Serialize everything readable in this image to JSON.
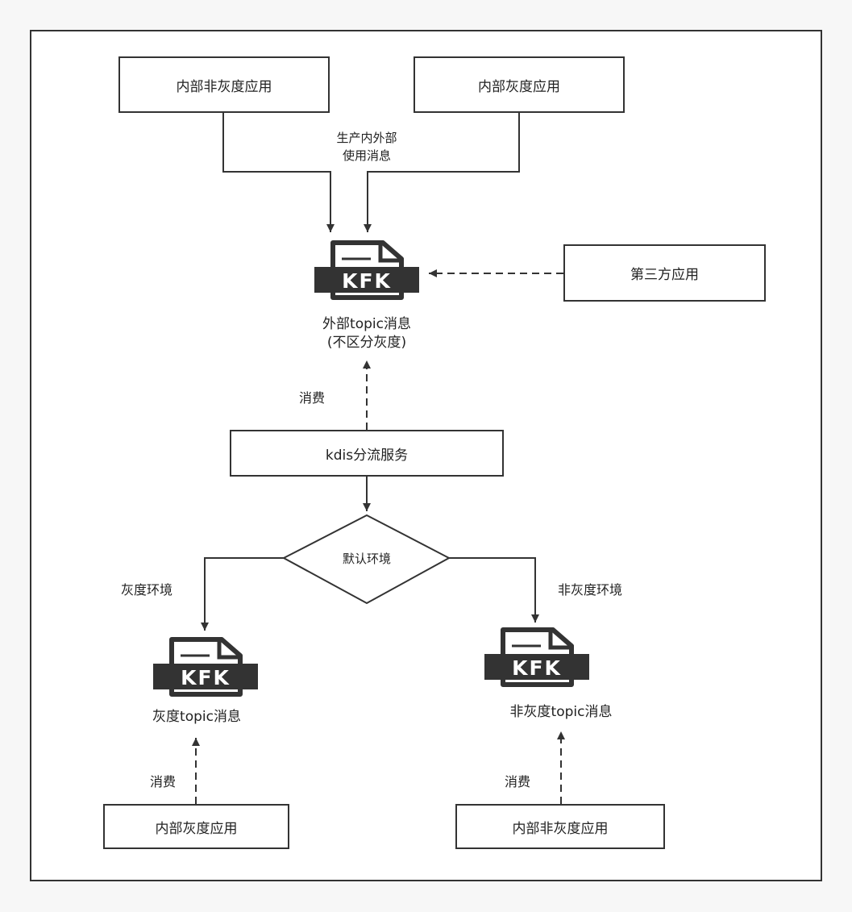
{
  "colors": {
    "line": "#333333",
    "background": "#f7f7f7",
    "node_fill": "#ffffff"
  },
  "icons": {
    "kafka": "kfk-file-icon"
  },
  "nodes": {
    "internal_non_gray_app_top": "内部非灰度应用",
    "internal_gray_app_top": "内部灰度应用",
    "third_party_app": "第三方应用",
    "kdis_service": "kdis分流服务",
    "default_env": "默认环境",
    "internal_gray_app_bottom": "内部灰度应用",
    "internal_non_gray_app_bottom": "内部非灰度应用"
  },
  "kafka_icons": {
    "external": {
      "badge": "KFK",
      "label_line1": "外部topic消息",
      "label_line2": "(不区分灰度)"
    },
    "gray": {
      "badge": "KFK",
      "label": "灰度topic消息"
    },
    "non_gray": {
      "badge": "KFK",
      "label": "非灰度topic消息"
    }
  },
  "edge_labels": {
    "produce_line1": "生产内外部",
    "produce_line2": "使用消息",
    "consume_external": "消费",
    "gray_env": "灰度环境",
    "non_gray_env": "非灰度环境",
    "consume_gray": "消费",
    "consume_non_gray": "消费"
  }
}
